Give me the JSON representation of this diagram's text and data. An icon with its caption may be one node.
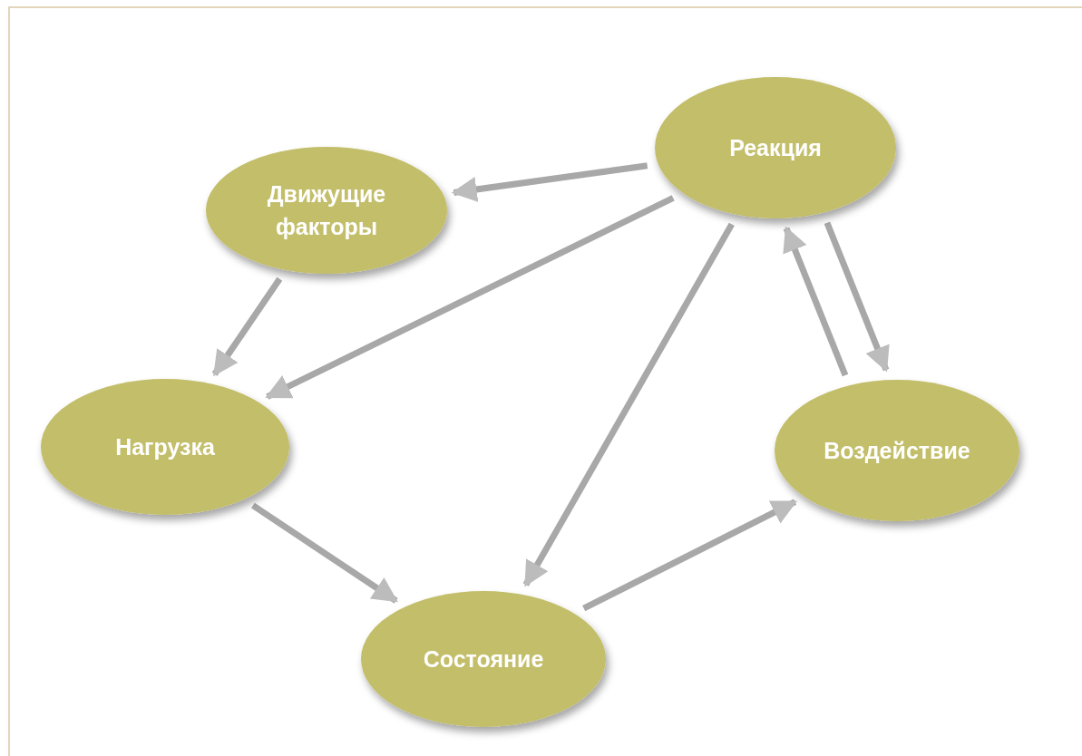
{
  "diagram": {
    "nodes": [
      {
        "text": [
          "Реакция"
        ]
      },
      {
        "text": [
          "Движущие факторы"
        ]
      },
      {
        "text": [
          "Нагрузка"
        ]
      },
      {
        "text": [
          "Воздействие"
        ]
      },
      {
        "text": [
          "Состояние"
        ]
      }
    ],
    "edges": [
      {
        "from": 0,
        "to": 1,
        "arrow": "to"
      },
      {
        "from": 0,
        "to": 2,
        "arrow": "to"
      },
      {
        "from": 0,
        "to": 4,
        "arrow": "to"
      },
      {
        "from": 0,
        "to": 3,
        "arrow": "to"
      },
      {
        "from": 3,
        "to": 0,
        "arrow": "to"
      },
      {
        "from": 1,
        "to": 2,
        "arrow": "to"
      },
      {
        "from": 2,
        "to": 4,
        "arrow": "to"
      },
      {
        "from": 4,
        "to": 3,
        "arrow": "to"
      }
    ]
  }
}
